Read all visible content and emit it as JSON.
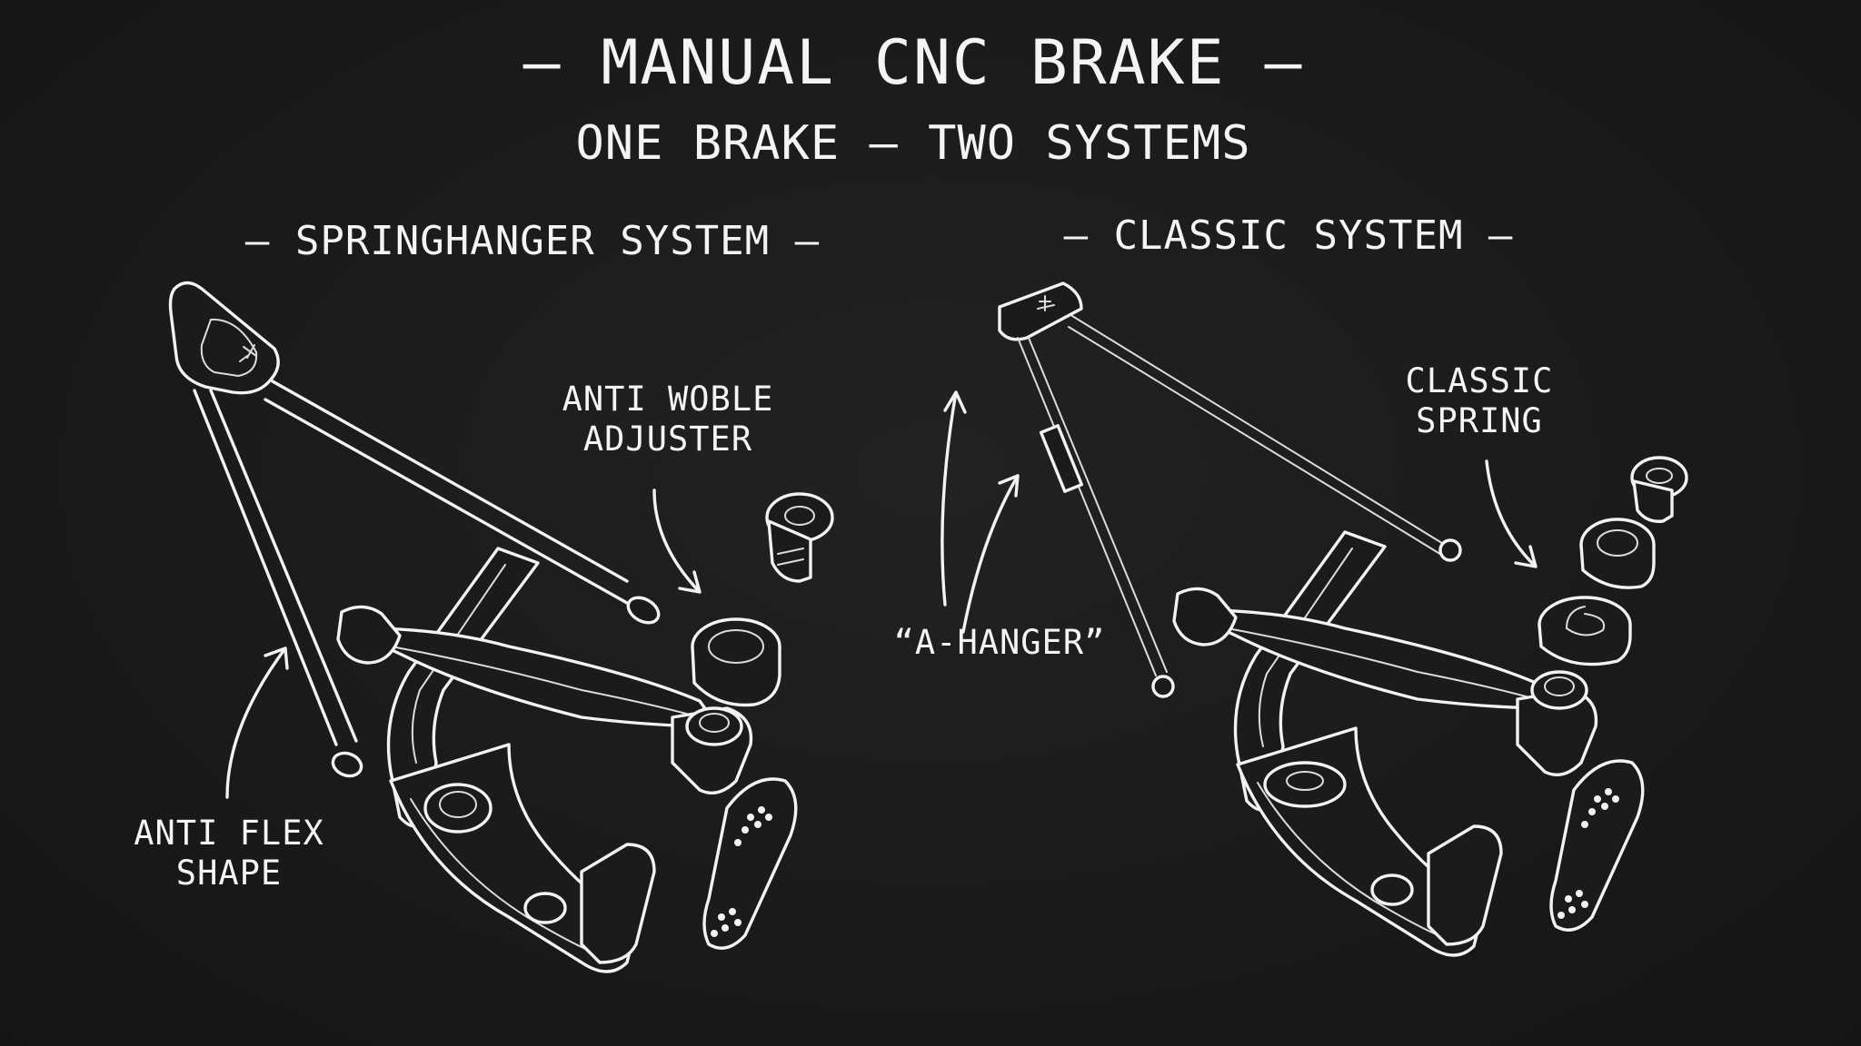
{
  "title": "– MANUAL CNC BRAKE –",
  "subtitle": "ONE BRAKE – TWO SYSTEMS",
  "systems": {
    "left": {
      "label": "– SPRINGHANGER SYSTEM –"
    },
    "right": {
      "label": "– CLASSIC SYSTEM –"
    }
  },
  "labels": {
    "anti_woble": [
      "ANTI WOBLE",
      "ADJUSTER"
    ],
    "anti_flex": [
      "ANTI FLEX",
      "SHAPE"
    ],
    "a_hanger": "“A-HANGER”",
    "classic_spring": [
      "CLASSIC",
      "SPRING"
    ]
  },
  "colors": {
    "background": "#1b1b1b",
    "ink": "#f2f2f2"
  },
  "icons": [
    "brake-caliper-drawing",
    "springhanger-drawing",
    "a-hanger-drawing",
    "bolt-drawing",
    "spring-drawing",
    "arrow-icon"
  ]
}
